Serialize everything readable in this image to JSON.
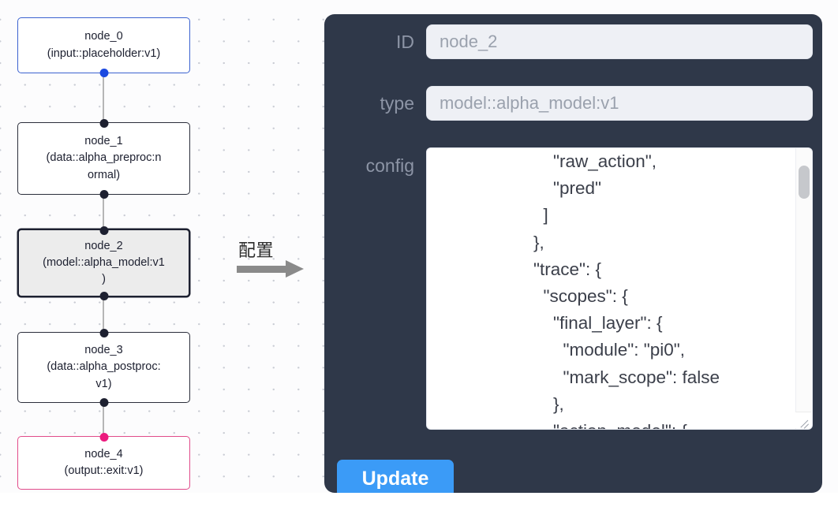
{
  "graph": {
    "nodes": [
      {
        "id": "node_0",
        "label": "node_0\n(input::placeholder:v1)",
        "kind": "input",
        "selected": false
      },
      {
        "id": "node_1",
        "label": "node_1\n(data::alpha_preproc:n\normal)",
        "kind": "default",
        "selected": false
      },
      {
        "id": "node_2",
        "label": "node_2\n(model::alpha_model:v1\n)",
        "kind": "default",
        "selected": true
      },
      {
        "id": "node_3",
        "label": "node_3\n(data::alpha_postproc:\nv1)",
        "kind": "default",
        "selected": false
      },
      {
        "id": "node_4",
        "label": "node_4\n(output::exit:v1)",
        "kind": "output",
        "selected": false
      }
    ],
    "colors": {
      "input_border": "#3b62d0",
      "output_border": "#e14b8a",
      "default_border": "#2b2e3b",
      "selected_fill": "#ececec",
      "handle": "#1d2030",
      "handle_input": "#1b49e0",
      "handle_output": "#ec1a7e",
      "edge": "#b6b6b6",
      "canvas_bg": "#fcfcfd",
      "dot": "#c9ccd4"
    }
  },
  "annotation": {
    "label": "配置",
    "arrow_icon": "arrow-right-icon",
    "arrow_color": "#8a8a8a"
  },
  "panel": {
    "background": "#2f3849",
    "fields": [
      {
        "label": "ID",
        "value": "node_2",
        "name": "id"
      },
      {
        "label": "type",
        "value": "model::alpha_model:v1",
        "name": "type"
      }
    ],
    "config": {
      "label": "config",
      "value": "        \"raw_action\",\n        \"pred\"\n      ]\n    },\n    \"trace\": {\n      \"scopes\": {\n        \"final_layer\": {\n          \"module\": \"pi0\",\n          \"mark_scope\": false\n        },\n        \"action_model\": {"
    },
    "update_button": {
      "label": "Update",
      "color": "#3b9bf7"
    }
  }
}
